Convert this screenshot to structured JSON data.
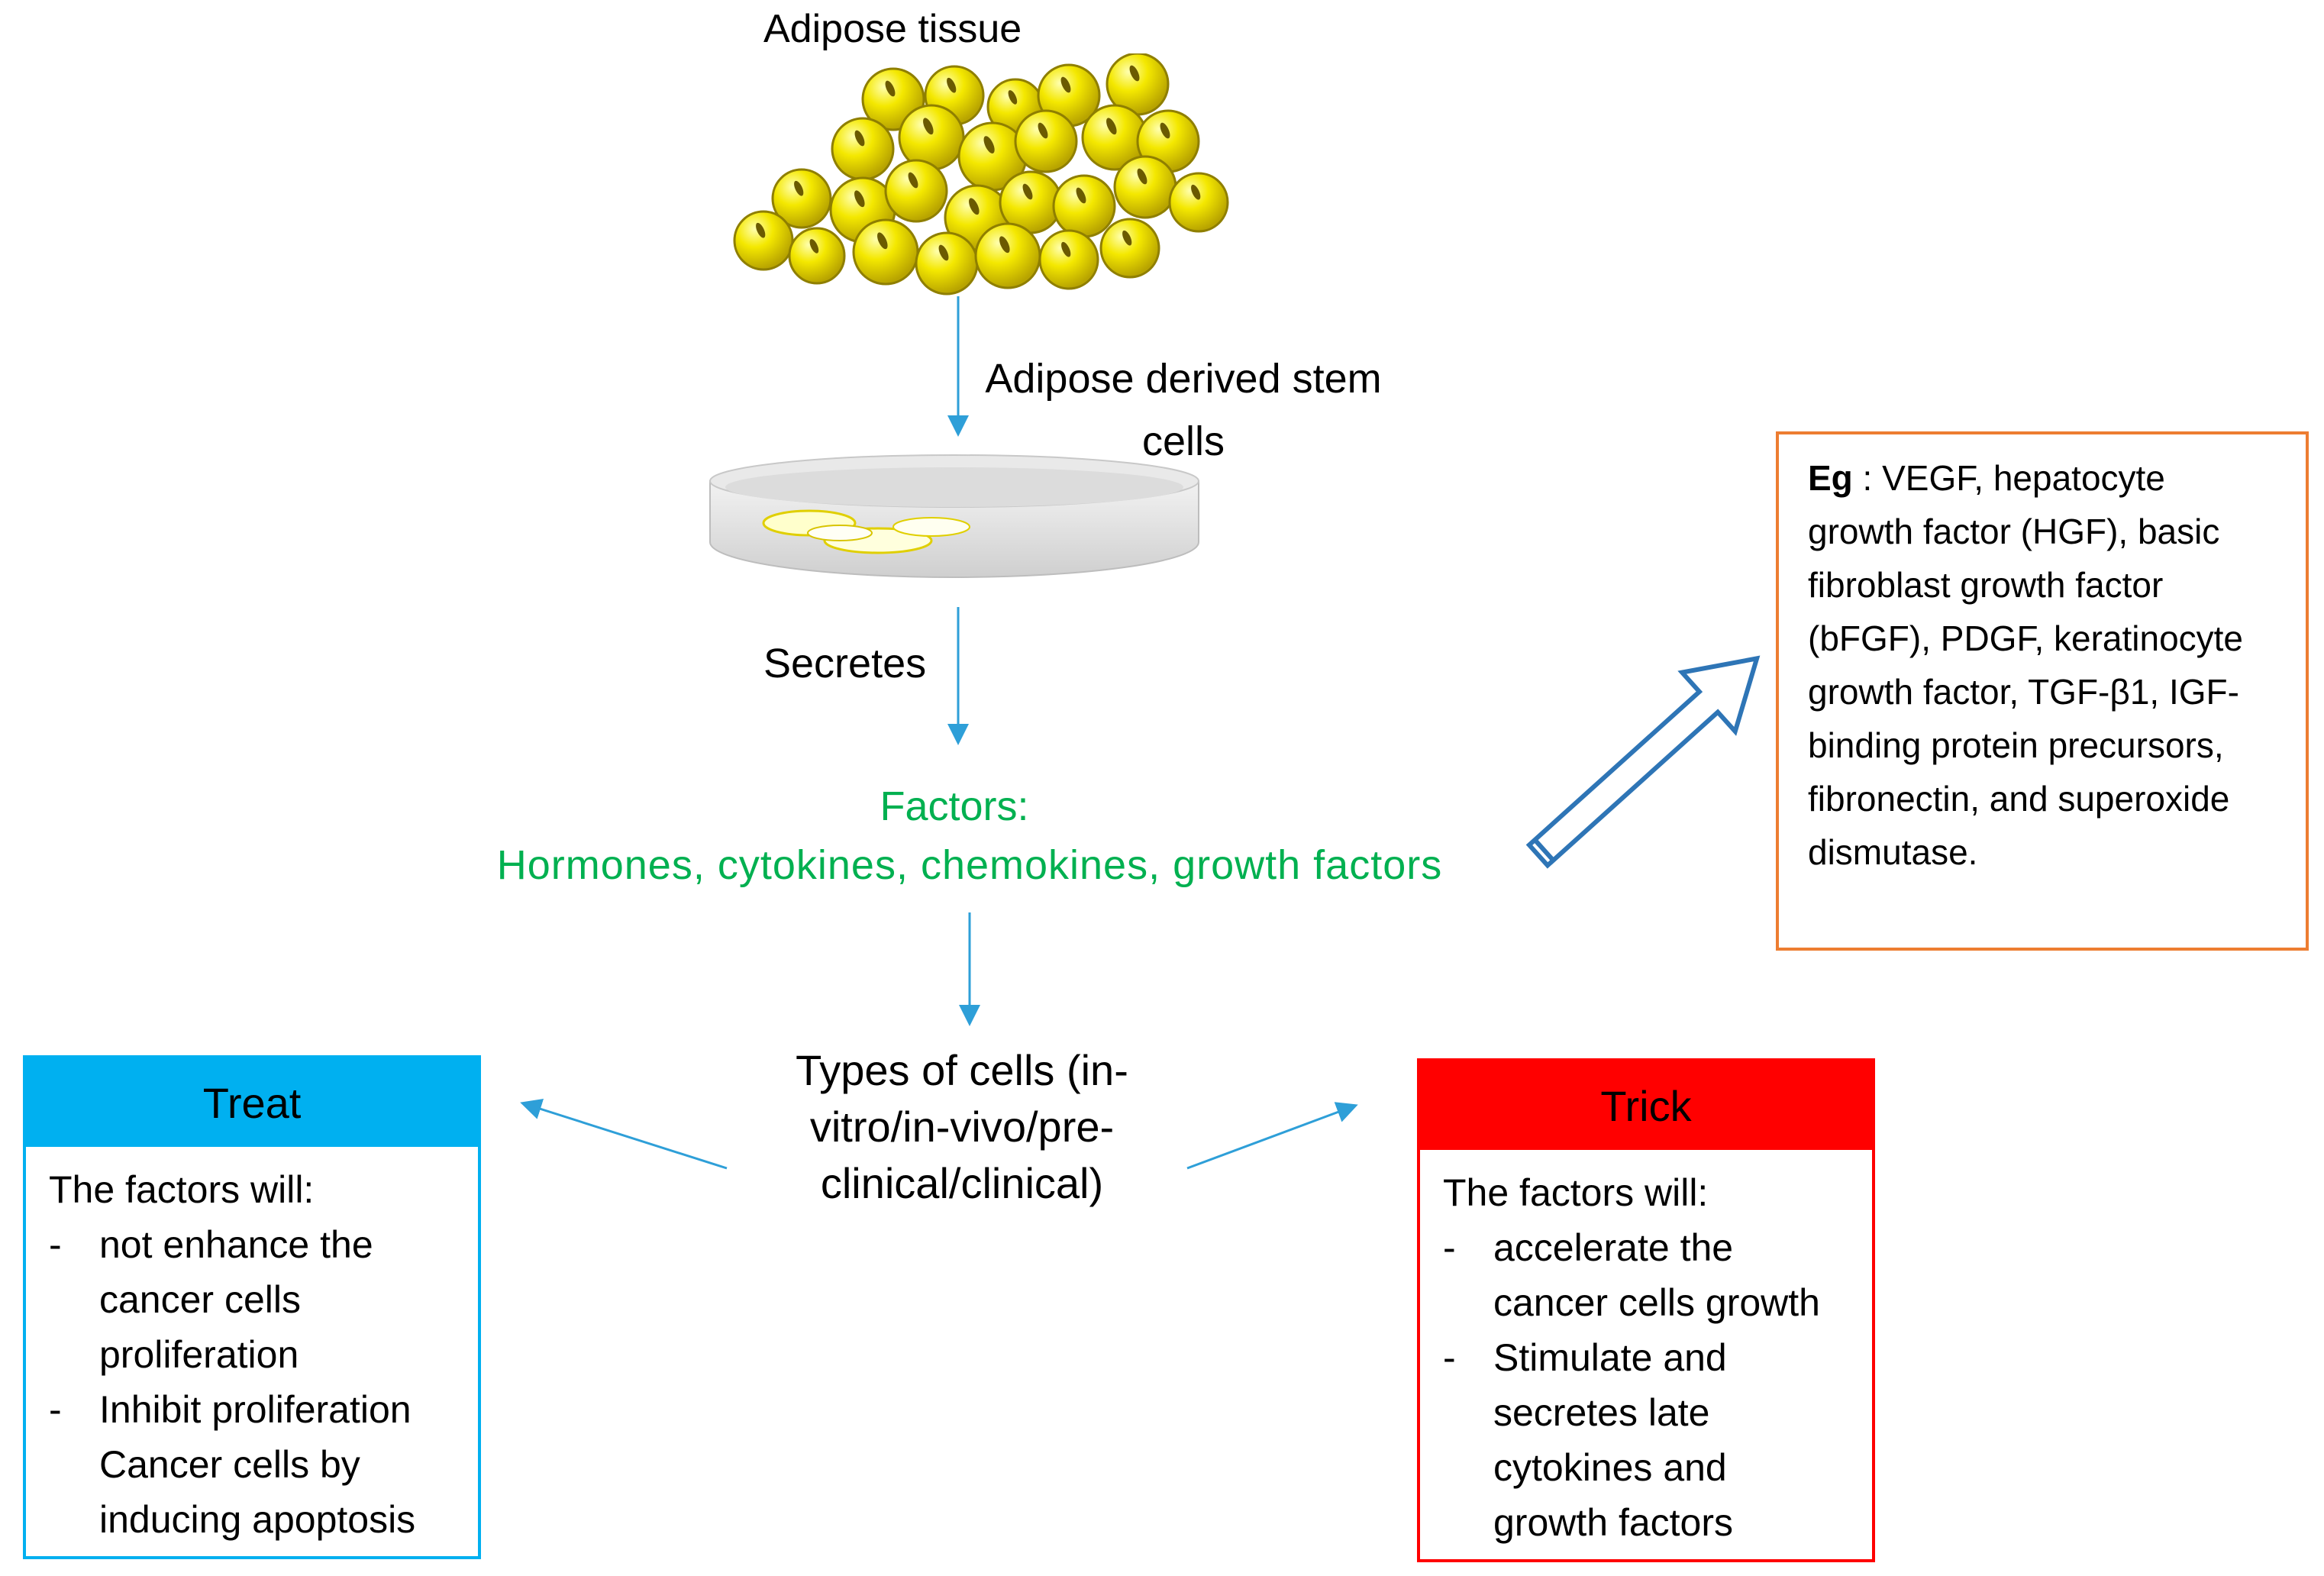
{
  "title": "Adipose tissue",
  "adsc_label": "Adipose derived stem cells",
  "secretes_label": "Secretes",
  "factors": {
    "title": "Factors:",
    "list": "Hormones, cytokines, chemokines, growth factors"
  },
  "types_label": "Types of cells (in-vitro/in-vivo/pre-clinical/clinical)",
  "eg_box": {
    "label": "Eg",
    "text": " : VEGF, hepatocyte growth factor (HGF), basic fibroblast growth factor (bFGF), PDGF, keratinocyte growth factor, TGF-β1, IGF-binding protein precursors, fibronectin, and superoxide dismutase."
  },
  "treat": {
    "header": "Treat",
    "intro": "The factors will:",
    "items": [
      "not enhance the cancer cells proliferation",
      "Inhibit proliferation Cancer cells by inducing apoptosis"
    ]
  },
  "trick": {
    "header": "Trick",
    "intro": "The factors will:",
    "items": [
      "accelerate the cancer cells growth",
      "Stimulate and secretes late cytokines and growth factors"
    ]
  },
  "colors": {
    "arrow": "#2e9fd8",
    "factors_text": "#00b050",
    "treat": "#00b0f0",
    "trick": "#ff0000",
    "eg_border": "#ed7d31",
    "hollow_arrow": "#2e75b6",
    "fat_cell": "#e8d800"
  }
}
